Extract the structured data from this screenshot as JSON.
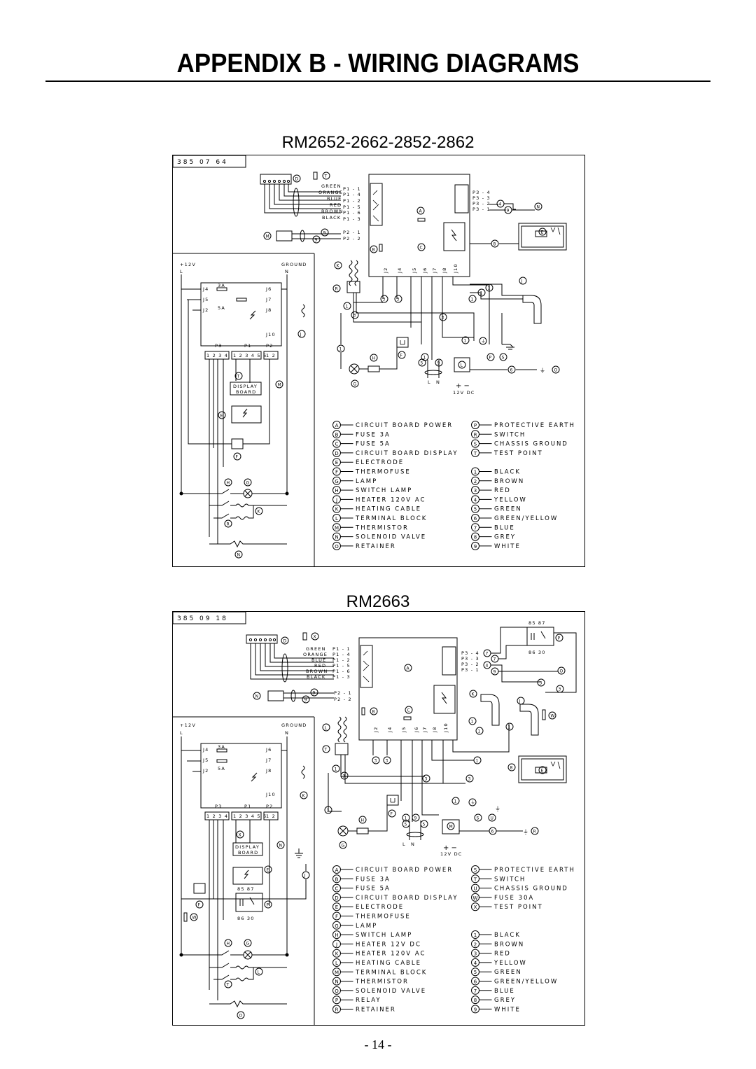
{
  "page": {
    "title": "APPENDIX B - WIRING DIAGRAMS",
    "page_number": "- 14 -"
  },
  "diagrams": [
    {
      "heading": "RM2652-2662-2852-2862",
      "code": "385 07 64",
      "labels": {
        "plus12v": "+12V",
        "ground": "GROUND",
        "L": "L",
        "N": "N",
        "display1": "DISPLAY",
        "display2": "BOARD",
        "vdc": "12V DC",
        "fuse3a": "3A",
        "fuse5a": "5A",
        "wires": [
          "GREEN",
          "ORANGE",
          "BLUE",
          "RED",
          "BROWN",
          "BLACK"
        ],
        "pins_p1": [
          "P1 - 1",
          "P1 - 4",
          "P1 - 2",
          "P1 - 5",
          "P1 - 6",
          "P1 - 3"
        ],
        "pins_p3": [
          "P3 - 4",
          "P3 - 3",
          "P3 - 2",
          "P3 - 1"
        ],
        "pins_p2": [
          "P2 - 1",
          "P2 - 2"
        ],
        "jacks_left": [
          "J4",
          "J5",
          "J2"
        ],
        "jacks_right": [
          "J6",
          "J7",
          "J8",
          "J10"
        ],
        "jacks_top": [
          "J2",
          "J4",
          "J5",
          "J6",
          "J7",
          "J8",
          "J10"
        ],
        "p_headers": [
          "P3",
          "P1",
          "P2"
        ],
        "p_pins": [
          "1 2 3 4",
          "1 2 3 4 5 6",
          "1 2"
        ]
      },
      "legend_left": [
        {
          "key": "A",
          "text": "CIRCUIT BOARD POWER"
        },
        {
          "key": "B",
          "text": "FUSE 3A"
        },
        {
          "key": "C",
          "text": "FUSE 5A"
        },
        {
          "key": "D",
          "text": "CIRCUIT BOARD DISPLAY"
        },
        {
          "key": "E",
          "text": "ELECTRODE"
        },
        {
          "key": "F",
          "text": "THERMOFUSE"
        },
        {
          "key": "G",
          "text": "LAMP"
        },
        {
          "key": "H",
          "text": "SWITCH LAMP"
        },
        {
          "key": "J",
          "text": "HEATER 120V AC"
        },
        {
          "key": "K",
          "text": "HEATING CABLE"
        },
        {
          "key": "L",
          "text": "TERMINAL BLOCK"
        },
        {
          "key": "M",
          "text": "THERMISTOR"
        },
        {
          "key": "N",
          "text": "SOLENOID VALVE"
        },
        {
          "key": "O",
          "text": "RETAINER"
        }
      ],
      "legend_right": [
        {
          "key": "P",
          "text": "PROTECTIVE EARTH"
        },
        {
          "key": "R",
          "text": "SWITCH"
        },
        {
          "key": "S",
          "text": "CHASSIS GROUND"
        },
        {
          "key": "T",
          "text": "TEST POINT"
        },
        {
          "key": "1",
          "text": "BLACK"
        },
        {
          "key": "2",
          "text": "BROWN"
        },
        {
          "key": "3",
          "text": "RED"
        },
        {
          "key": "4",
          "text": "YELLOW"
        },
        {
          "key": "5",
          "text": "GREEN"
        },
        {
          "key": "6",
          "text": "GREEN/YELLOW"
        },
        {
          "key": "7",
          "text": "BLUE"
        },
        {
          "key": "8",
          "text": "GREY"
        },
        {
          "key": "9",
          "text": "WHITE"
        }
      ]
    },
    {
      "heading": "RM2663",
      "code": "385 09 18",
      "labels": {
        "plus12v": "+12V",
        "ground": "GROUND",
        "L": "L",
        "N": "N",
        "display1": "DISPLAY",
        "display2": "BOARD",
        "vdc": "12V DC",
        "fuse3a": "3A",
        "fuse5a": "5A",
        "relay_top": "85  87",
        "relay_bot": "86  30",
        "wires": [
          "GREEN",
          "ORANGE",
          "BLUE",
          "RED",
          "BROWN",
          "BLACK"
        ],
        "pins_p1": [
          "P1 - 1",
          "P1 - 4",
          "P1 - 2",
          "P1 - 5",
          "P1 - 6",
          "P1 - 3"
        ],
        "pins_p3": [
          "P3 - 4",
          "P3 - 3",
          "P3 - 2",
          "P3 - 1"
        ],
        "pins_p2": [
          "P2 - 1",
          "P2 - 2"
        ],
        "jacks_left": [
          "J4",
          "J5",
          "J2"
        ],
        "jacks_right": [
          "J6",
          "J7",
          "J8",
          "J10"
        ],
        "jacks_top": [
          "J2",
          "J4",
          "J5",
          "J6",
          "J7",
          "J8",
          "J10"
        ],
        "p_headers": [
          "P3",
          "P1",
          "P2"
        ],
        "p_pins": [
          "1 2 3 4",
          "1 2 3 4 5 6",
          "1 2"
        ]
      },
      "legend_left": [
        {
          "key": "A",
          "text": "CIRCUIT BOARD POWER"
        },
        {
          "key": "B",
          "text": "FUSE 3A"
        },
        {
          "key": "C",
          "text": "FUSE 5A"
        },
        {
          "key": "D",
          "text": "CIRCUIT BOARD DISPLAY"
        },
        {
          "key": "E",
          "text": "ELECTRODE"
        },
        {
          "key": "F",
          "text": "THERMOFUSE"
        },
        {
          "key": "G",
          "text": "LAMP"
        },
        {
          "key": "H",
          "text": "SWITCH LAMP"
        },
        {
          "key": "J",
          "text": "HEATER 12V DC"
        },
        {
          "key": "K",
          "text": "HEATER 120V AC"
        },
        {
          "key": "L",
          "text": "HEATING CABLE"
        },
        {
          "key": "M",
          "text": "TERMINAL BLOCK"
        },
        {
          "key": "N",
          "text": "THERMISTOR"
        },
        {
          "key": "O",
          "text": "SOLENOID VALVE"
        },
        {
          "key": "P",
          "text": "RELAY"
        },
        {
          "key": "R",
          "text": "RETAINER"
        }
      ],
      "legend_right": [
        {
          "key": "S",
          "text": "PROTECTIVE EARTH"
        },
        {
          "key": "T",
          "text": "SWITCH"
        },
        {
          "key": "U",
          "text": "CHASSIS GROUND"
        },
        {
          "key": "W",
          "text": "FUSE 30A"
        },
        {
          "key": "X",
          "text": "TEST POINT"
        },
        {
          "key": "1",
          "text": "BLACK"
        },
        {
          "key": "2",
          "text": "BROWN"
        },
        {
          "key": "3",
          "text": "RED"
        },
        {
          "key": "4",
          "text": "YELLOW"
        },
        {
          "key": "5",
          "text": "GREEN"
        },
        {
          "key": "6",
          "text": "GREEN/YELLOW"
        },
        {
          "key": "7",
          "text": "BLUE"
        },
        {
          "key": "8",
          "text": "GREY"
        },
        {
          "key": "9",
          "text": "WHITE"
        }
      ]
    }
  ]
}
